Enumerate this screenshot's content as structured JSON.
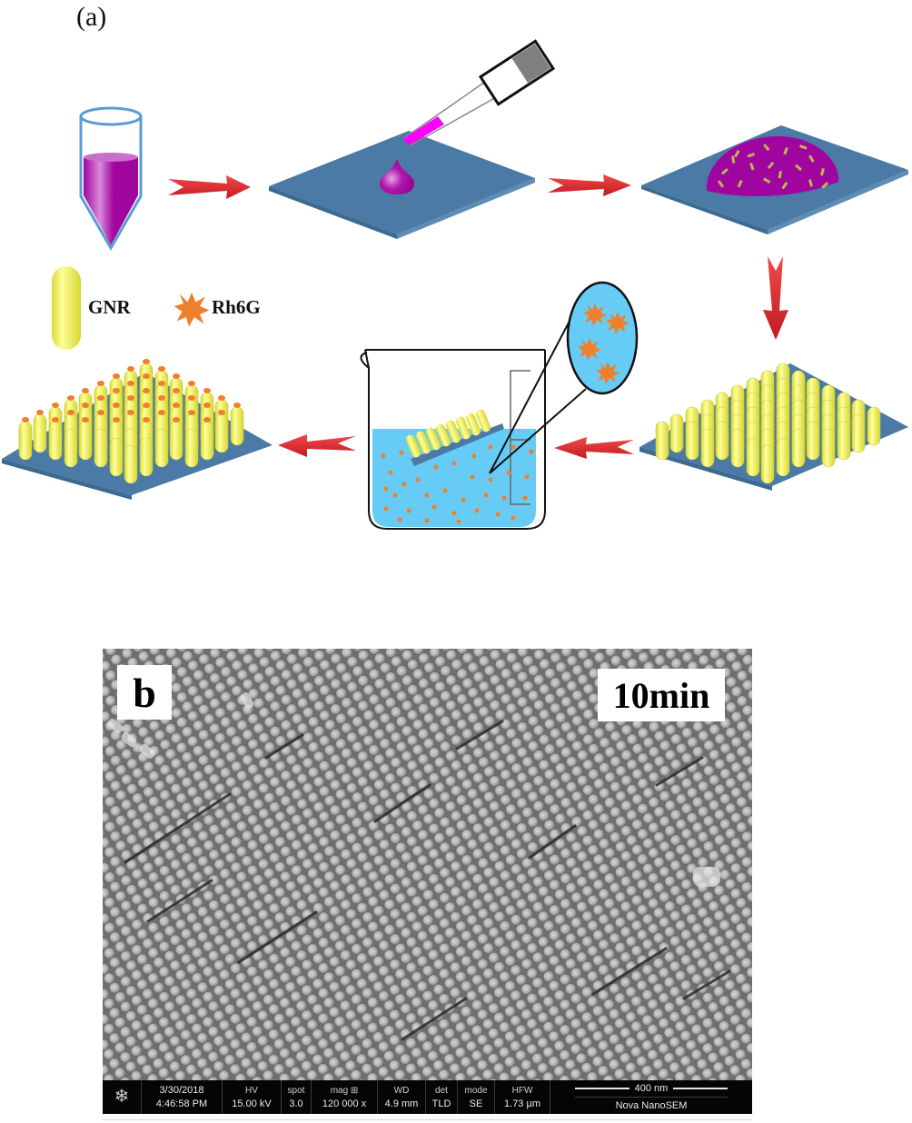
{
  "figure": {
    "panel_a": {
      "label": "(a)",
      "legend": [
        {
          "name": "GNR",
          "icon": "gold-nanorod-icon",
          "color": "#f2f25a"
        },
        {
          "name": "Rh6G",
          "icon": "rh6g-molecule-icon",
          "color": "#f07f2c"
        }
      ],
      "steps": [
        "GNR solution in centrifuge tube",
        "Drop-cast onto substrate",
        "Droplet with dispersed GNRs on substrate",
        "Vertically aligned GNR array",
        "Immersion in Rh6G solution (beaker)",
        "Rh6G-adsorbed GNR array"
      ],
      "colors": {
        "substrate": "#4a7aa5",
        "solution": "#a0059f",
        "pipette_tip": "#ff00ff",
        "arrow": "#e0262c",
        "beaker_liquid": "#66ccf5",
        "nanorod": "#f2f25a",
        "rh6g": "#f07f2c"
      }
    },
    "panel_b": {
      "label": "b",
      "time_label": "10min",
      "info_bar": {
        "date": "3/30/2018",
        "time": "4:46:58 PM",
        "hv_label": "HV",
        "hv_value": "15.00 kV",
        "spot_label": "spot",
        "spot_value": "3.0",
        "mag_label": "mag ⊞",
        "mag_value": "120 000 x",
        "wd_label": "WD",
        "wd_value": "4.9 mm",
        "det_label": "det",
        "det_value": "TLD",
        "mode_label": "mode",
        "mode_value": "SE",
        "hfw_label": "HFW",
        "hfw_value": "1.73 µm",
        "scale_bar": "400 nm",
        "instrument": "Nova NanoSEM",
        "logo_icon": "fei-logo-icon"
      }
    }
  }
}
